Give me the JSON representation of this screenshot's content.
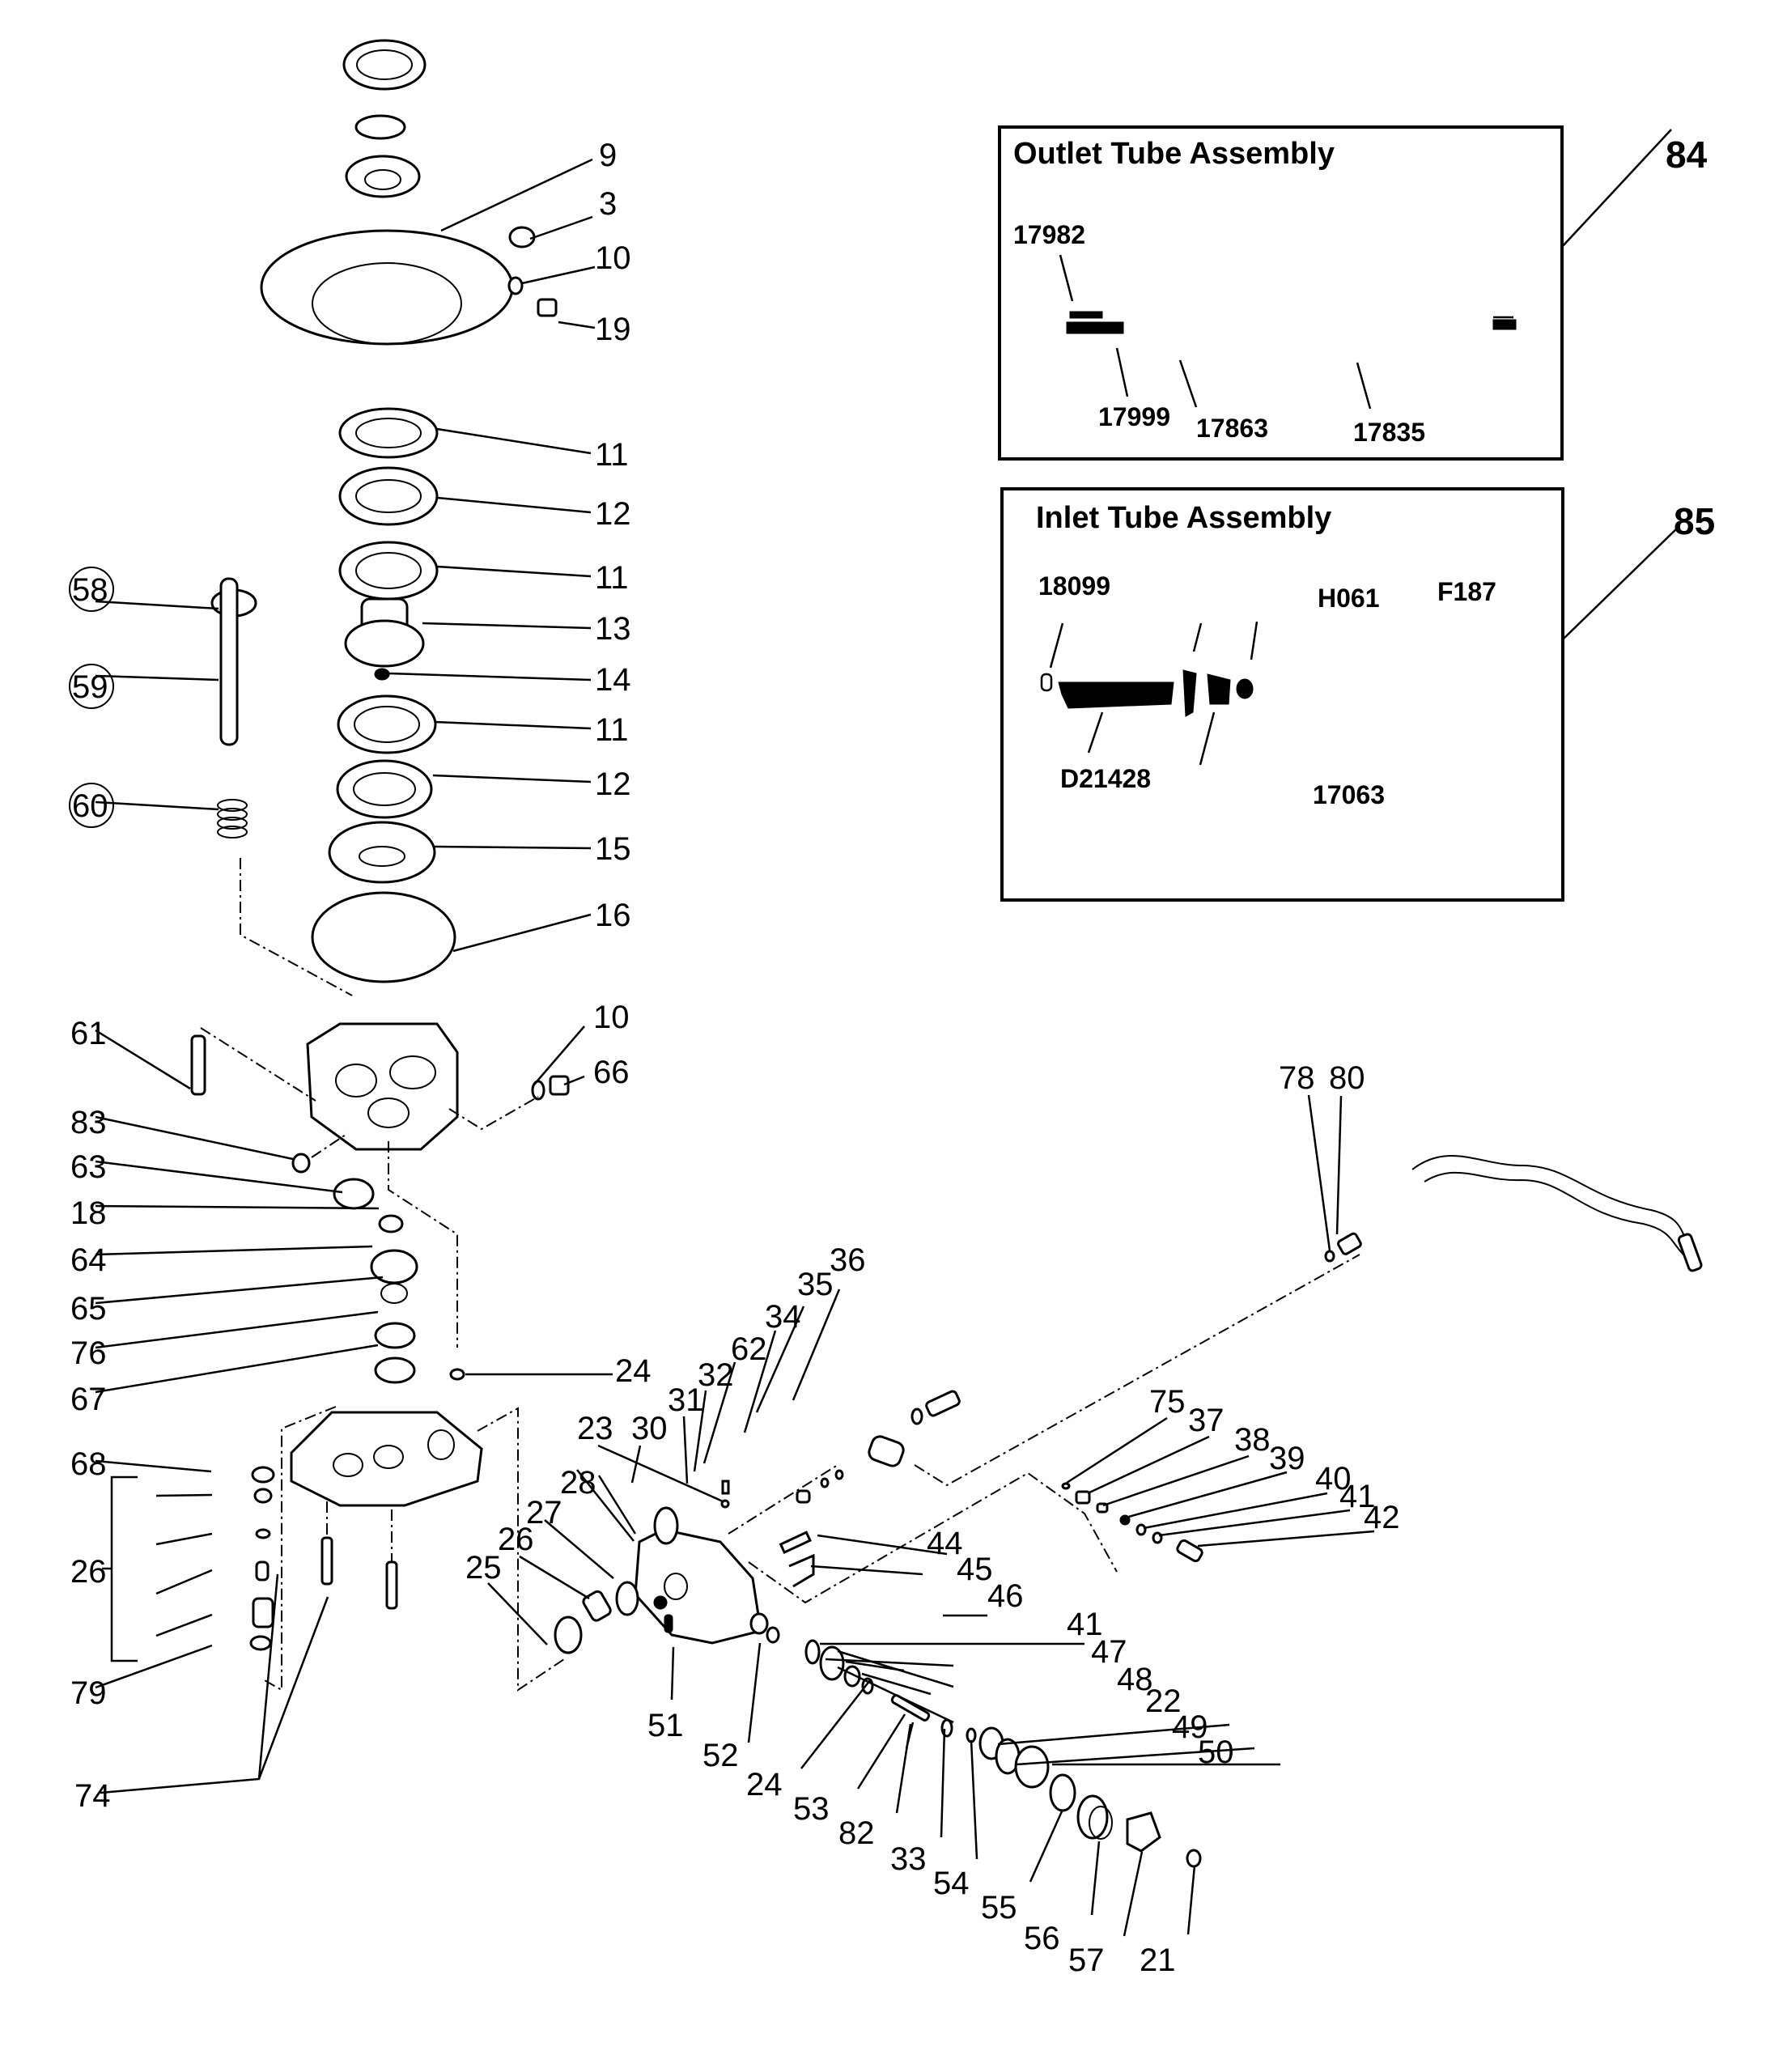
{
  "insets": [
    {
      "callout": "84",
      "title": "Outlet Tube Assembly",
      "parts": [
        "17982",
        "17999",
        "17863",
        "17835"
      ]
    },
    {
      "callout": "85",
      "title": "Inlet Tube Assembly",
      "parts": [
        "18099",
        "H061",
        "F187",
        "D21428",
        "17063"
      ]
    }
  ],
  "callouts": {
    "c9": "9",
    "c3": "3",
    "c10a": "10",
    "c19": "19",
    "c11a": "11",
    "c12a": "12",
    "c11b": "11",
    "c13": "13",
    "c14": "14",
    "c11c": "11",
    "c12b": "12",
    "c15": "15",
    "c16": "16",
    "c58": "58",
    "c59": "59",
    "c60": "60",
    "c61": "61",
    "c10b": "10",
    "c66": "66",
    "c83": "83",
    "c63": "63",
    "c18": "18",
    "c64": "64",
    "c65": "65",
    "c76": "76",
    "c67": "67",
    "c24a": "24",
    "c68": "68",
    "c26a": "26",
    "c79": "79",
    "c74": "74",
    "c25": "25",
    "c26b": "26",
    "c27": "27",
    "c28": "28",
    "c23": "23",
    "c30": "30",
    "c31": "31",
    "c32": "32",
    "c62": "62",
    "c34": "34",
    "c35": "35",
    "c36": "36",
    "c44": "44",
    "c45": "45",
    "c46": "46",
    "c41a": "41",
    "c47": "47",
    "c48": "48",
    "c22": "22",
    "c49": "49",
    "c50": "50",
    "c51": "51",
    "c52": "52",
    "c24b": "24",
    "c53": "53",
    "c82": "82",
    "c33": "33",
    "c54": "54",
    "c55": "55",
    "c56": "56",
    "c57": "57",
    "c21": "21",
    "c78": "78",
    "c80": "80",
    "c75": "75",
    "c37": "37",
    "c38": "38",
    "c39": "39",
    "c40": "40",
    "c41b": "41",
    "c42": "42"
  }
}
